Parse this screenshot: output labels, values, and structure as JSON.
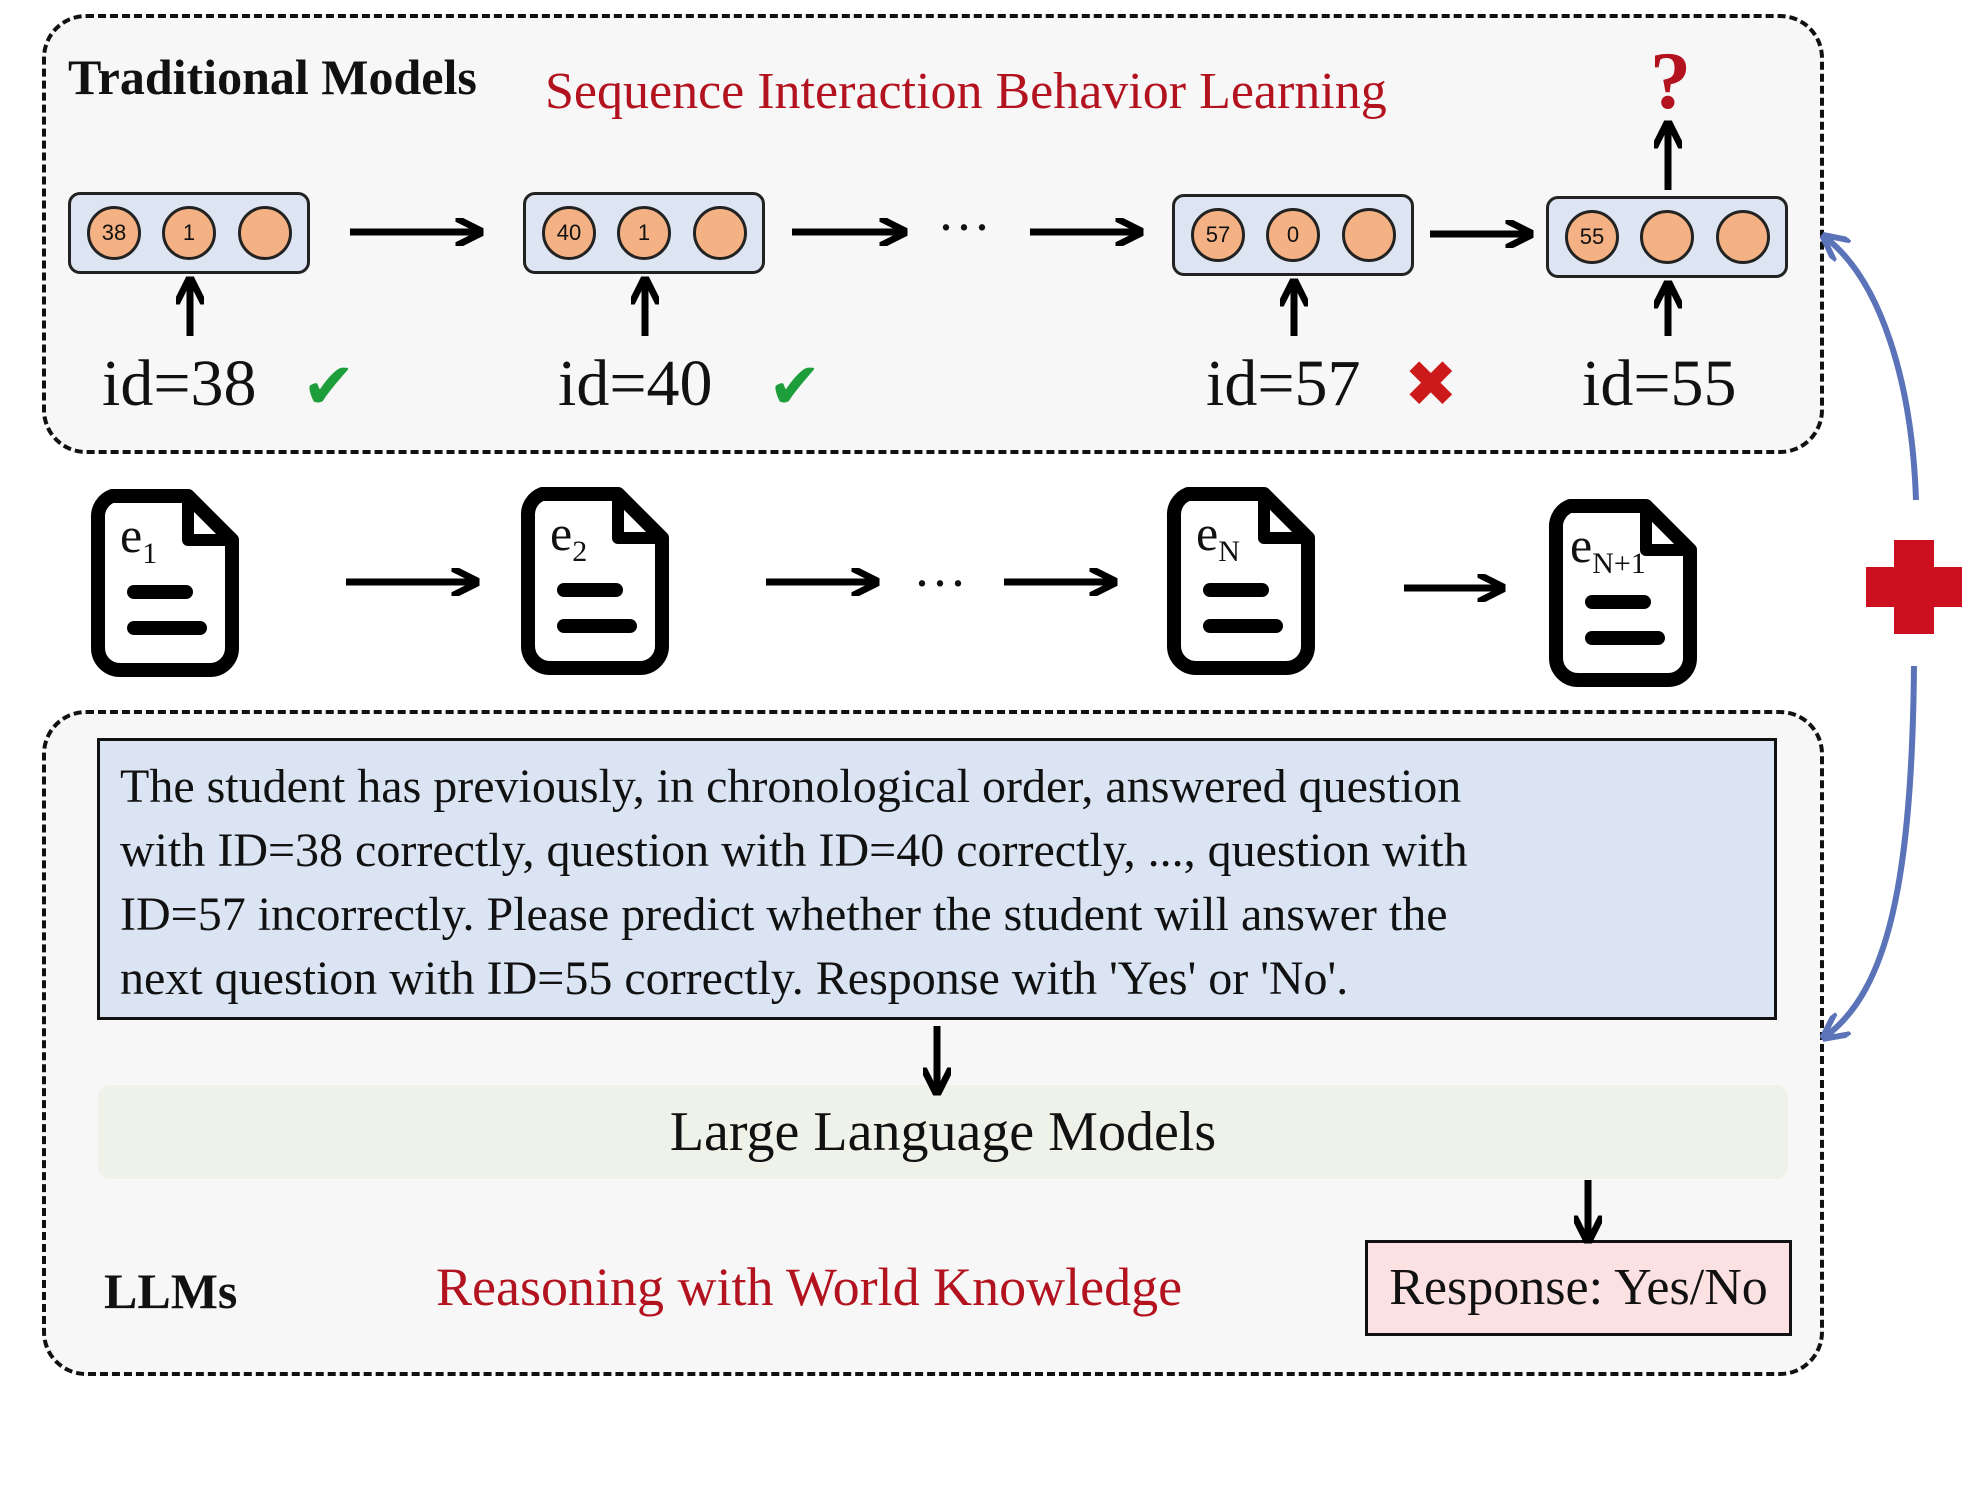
{
  "traditional": {
    "title": "Traditional Models",
    "subtitle": "Sequence Interaction Behavior Learning",
    "question_mark": "?",
    "vectors": [
      {
        "circles": [
          "38",
          "1",
          ""
        ],
        "id_label": "id=38",
        "result": "correct"
      },
      {
        "circles": [
          "40",
          "1",
          ""
        ],
        "id_label": "id=40",
        "result": "correct"
      },
      {
        "circles": [
          "57",
          "0",
          ""
        ],
        "id_label": "id=57",
        "result": "incorrect"
      },
      {
        "circles": [
          "55",
          "",
          ""
        ],
        "id_label": "id=55",
        "result": "unknown"
      }
    ],
    "ellipsis": "···",
    "check_symbol": "✔",
    "cross_symbol": "✖"
  },
  "exercises": {
    "items": [
      {
        "base": "e",
        "sub": "1"
      },
      {
        "base": "e",
        "sub": "2"
      },
      {
        "base": "e",
        "sub": "N"
      },
      {
        "base": "e",
        "sub": "N+1"
      }
    ],
    "ellipsis": "···"
  },
  "combine_symbol": "plus",
  "llms": {
    "title": "LLMs",
    "subtitle": "Reasoning with World Knowledge",
    "prompt_lines": [
      "The student has previously, in chronological order, answered question",
      "with ID=38 correctly, question with ID=40 correctly, ..., question with",
      "ID=57 incorrectly. Please predict whether the student will answer the",
      "next question with ID=55 correctly. Response with 'Yes' or 'No'."
    ],
    "model_label": "Large Language Models",
    "response_label": "Response: Yes/No"
  },
  "colors": {
    "accent_red": "#b3121f",
    "vector_fill": "#dde5f3",
    "circle_fill": "#f4b183",
    "prompt_fill": "#dae4f3",
    "llm_fill": "#eef2e8",
    "response_fill": "#fbe1e2",
    "connector_blue": "#5b73b8",
    "check_green": "#1e9e3a",
    "cross_red": "#cc1a1a"
  }
}
